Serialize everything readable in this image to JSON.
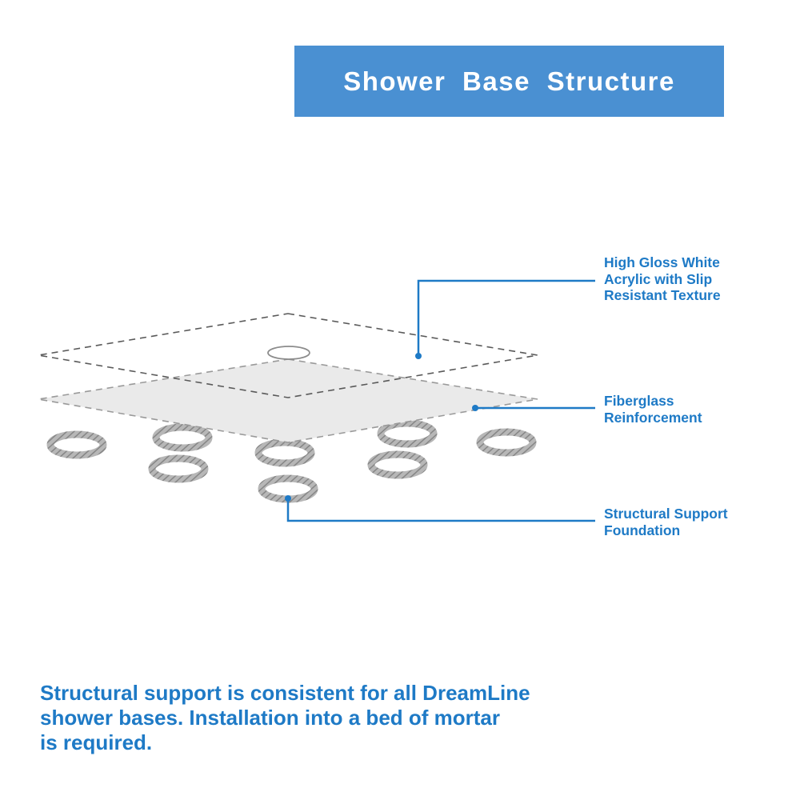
{
  "header": {
    "title": "Shower Base Structure"
  },
  "diagram": {
    "callouts": [
      {
        "id": "acrylic",
        "label": "High Gloss White\nAcrylic with Slip\nResistant Texture"
      },
      {
        "id": "fiberglass",
        "label": "Fiberglass\nReinforcement"
      },
      {
        "id": "support",
        "label": "Structural Support\nFoundation"
      }
    ]
  },
  "footer": {
    "text": "Structural support is consistent for all DreamLine\nshower bases. Installation into a bed of mortar\nis required."
  },
  "colors": {
    "banner": "#4A90D2",
    "text": "#1E7AC6",
    "layer_fill": "#EAEAEA",
    "layer_edge": "#9A9A9A",
    "top_edge": "#5A5A5A",
    "ring": "#9B9B9B"
  }
}
